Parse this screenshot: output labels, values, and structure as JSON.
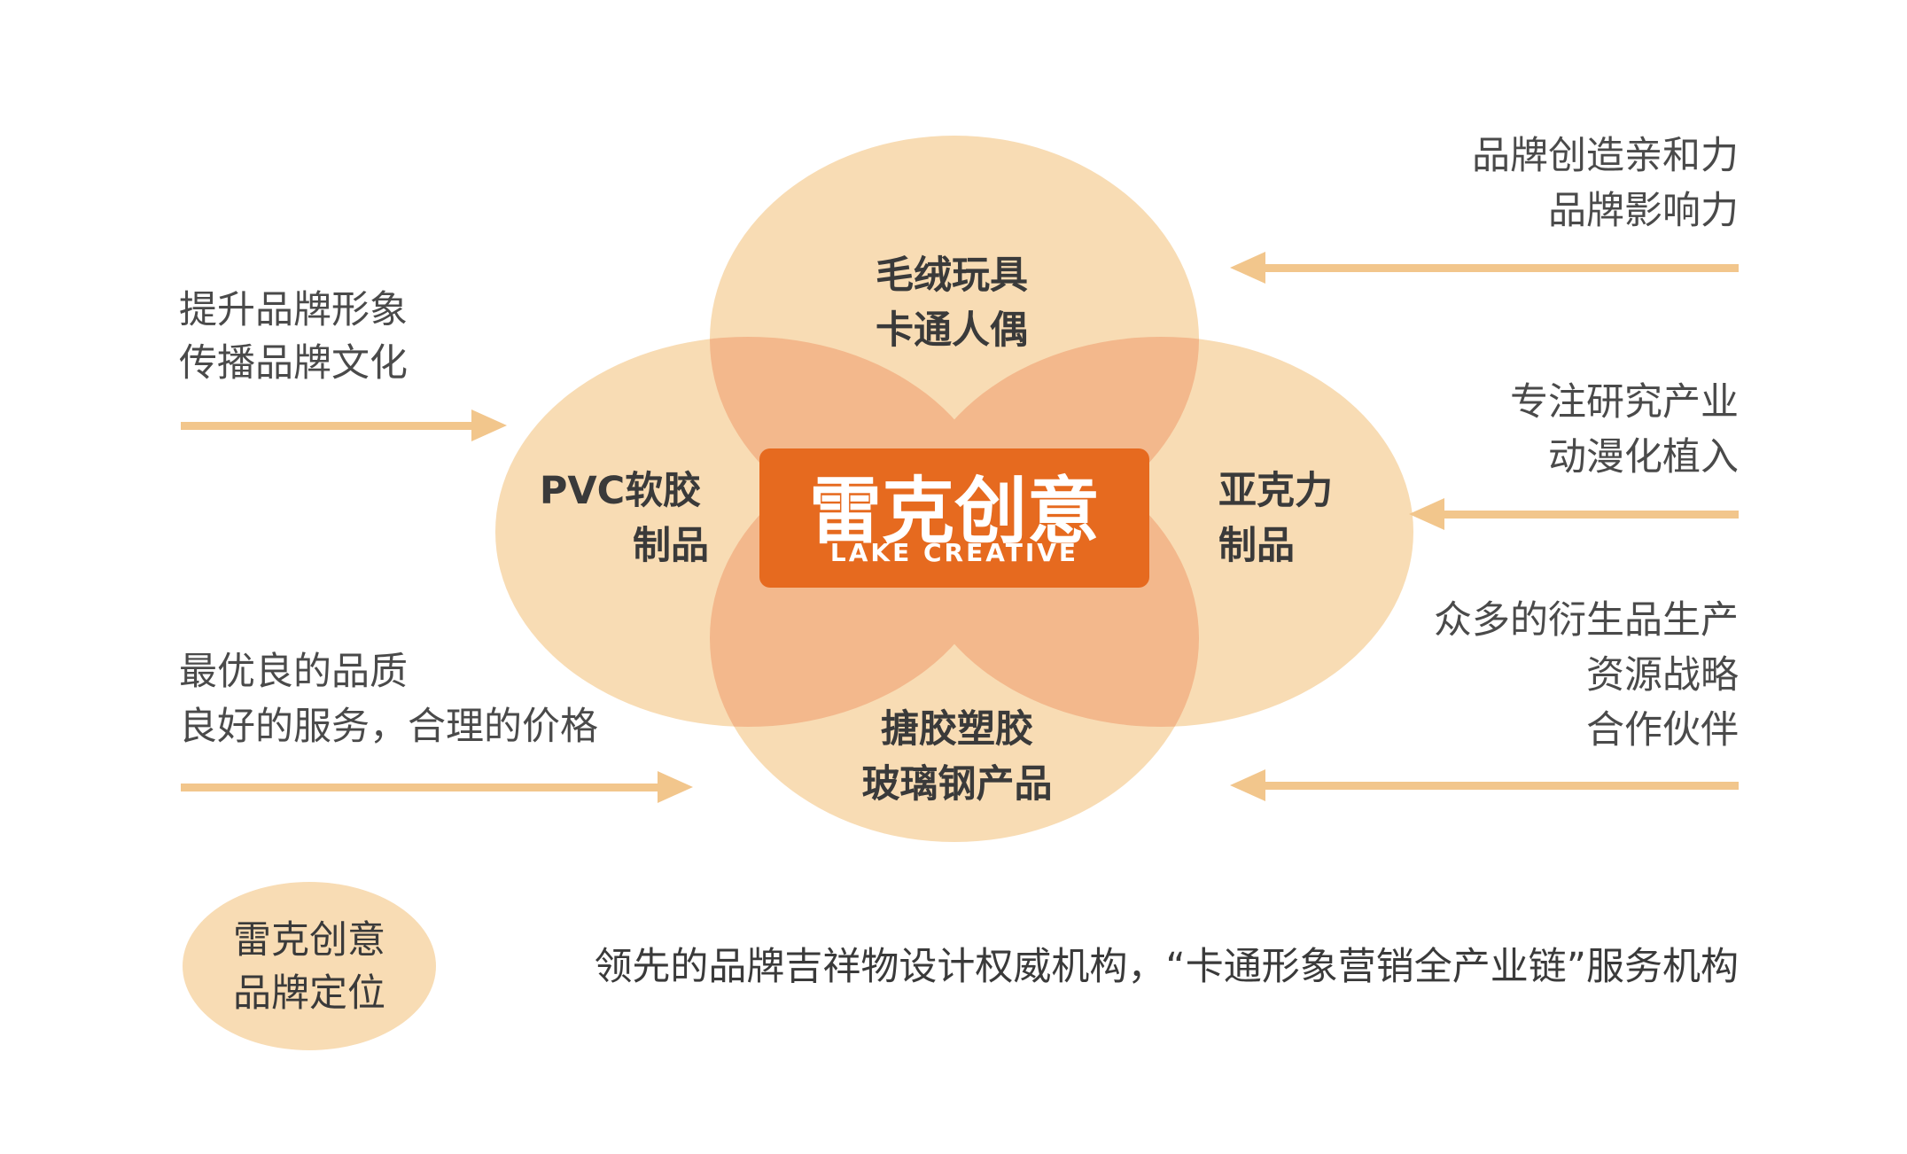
{
  "colors": {
    "ellipse_fill": "#f8dcb4",
    "overlap_fill": "#f3b88c",
    "center_overlap_fill": "#ec9466",
    "arrow_color": "#f2c68c",
    "logo_bg": "#e66a1f",
    "badge_fill": "#f8dcb4"
  },
  "center_logo": {
    "chinese": "雷克创意",
    "english": "LAKE CREATIVE"
  },
  "petals": {
    "top": {
      "line1": "毛绒玩具",
      "line2": "卡通人偶"
    },
    "left": {
      "line1": "PVC软胶",
      "line2": "制品"
    },
    "right": {
      "line1": "亚克力",
      "line2": "制品"
    },
    "bottom": {
      "line1": "搪胶塑胶",
      "line2": "玻璃钢产品"
    }
  },
  "left_notes": {
    "upper": {
      "line1": "提升品牌形象",
      "line2": "传播品牌文化"
    },
    "lower": {
      "line1": "最优良的品质",
      "line2": "良好的服务，合理的价格"
    }
  },
  "right_notes": {
    "top": {
      "line1": "品牌创造亲和力",
      "line2": "品牌影响力"
    },
    "middle": {
      "line1": "专注研究产业",
      "line2": "动漫化植入"
    },
    "bottom": {
      "line1": "众多的衍生品生产",
      "line2": "资源战略",
      "line3": "合作伙伴"
    }
  },
  "positioning": {
    "badge_line1": "雷克创意",
    "badge_line2": "品牌定位",
    "statement": "领先的品牌吉祥物设计权威机构，“卡通形象营销全产业链”服务机构"
  }
}
